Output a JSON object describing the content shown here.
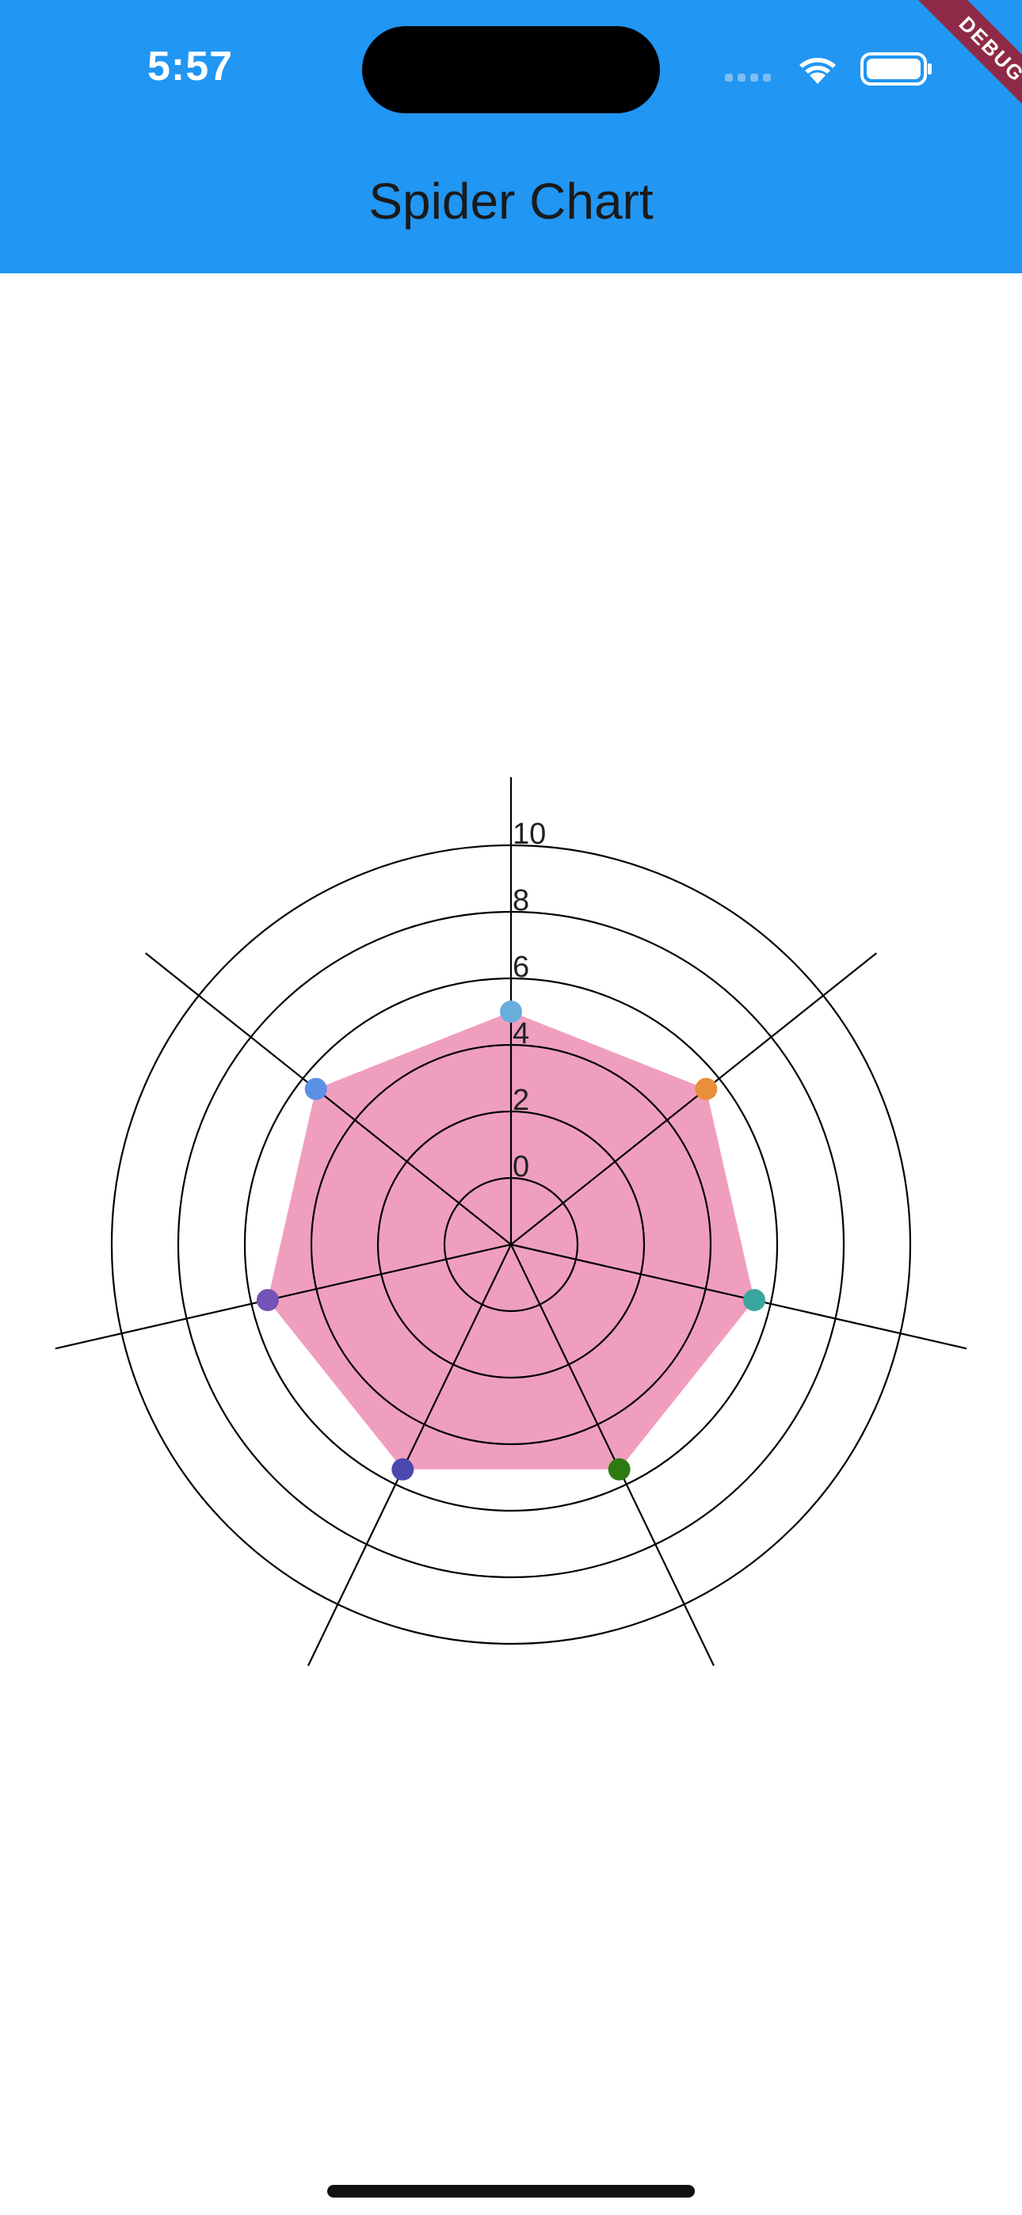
{
  "status_bar": {
    "time": "5:57"
  },
  "app_bar": {
    "title": "Spider Chart",
    "color": "#2196f3"
  },
  "debug_banner": {
    "label": "DEBUG",
    "color": "#8e2a47"
  },
  "chart_data": {
    "type": "radar",
    "ticks": [
      "0",
      "2",
      "4",
      "6",
      "8",
      "10"
    ],
    "axis_count": 7,
    "range": [
      0,
      10
    ],
    "values": [
      5,
      5.5,
      5.5,
      5.5,
      5.5,
      5.5,
      5.5
    ],
    "fill_color": "#e9709f",
    "point_colors": [
      "#67aedc",
      "#e98f3c",
      "#3aa6a0",
      "#2d7a12",
      "#4b48b0",
      "#7452b6",
      "#5a91e6"
    ]
  }
}
